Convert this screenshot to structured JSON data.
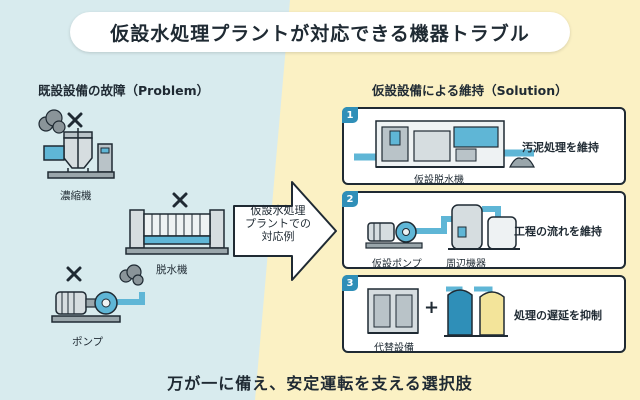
{
  "title": "仮設水処理プラントが対応できる機器トラブル",
  "left": {
    "heading": "既設設備の故障（Problem）",
    "machines": [
      {
        "label": "濃縮機"
      },
      {
        "label": "脱水機"
      },
      {
        "label": "ポンプ"
      }
    ]
  },
  "arrow": {
    "lines": [
      "仮設水処理",
      "プラントでの",
      "対応例"
    ]
  },
  "right": {
    "heading": "仮設設備による維持（Solution）",
    "cards": [
      {
        "number": "1",
        "labels": [
          "仮設脱水機"
        ],
        "result": "汚泥処理を維持"
      },
      {
        "number": "2",
        "labels": [
          "仮設ポンプ",
          "周辺機器"
        ],
        "result": "工程の流れを維持"
      },
      {
        "number": "3",
        "labels": [
          "代替設備"
        ],
        "plus": "+",
        "result": "処理の遅延を抑制"
      }
    ]
  },
  "footer": "万が一に備え、安定運転を支える選択肢",
  "colors": {
    "pipe": "#5fb6d6",
    "accent": "#2f8fb8",
    "dark": "#1f2a33",
    "left_bg": "#d8ebee",
    "right_bg": "#fbf1c4",
    "tank_yellow": "#f3e49a"
  },
  "icons": [
    "fault-x-icon",
    "smoke-icon",
    "sludge-pile-icon"
  ]
}
